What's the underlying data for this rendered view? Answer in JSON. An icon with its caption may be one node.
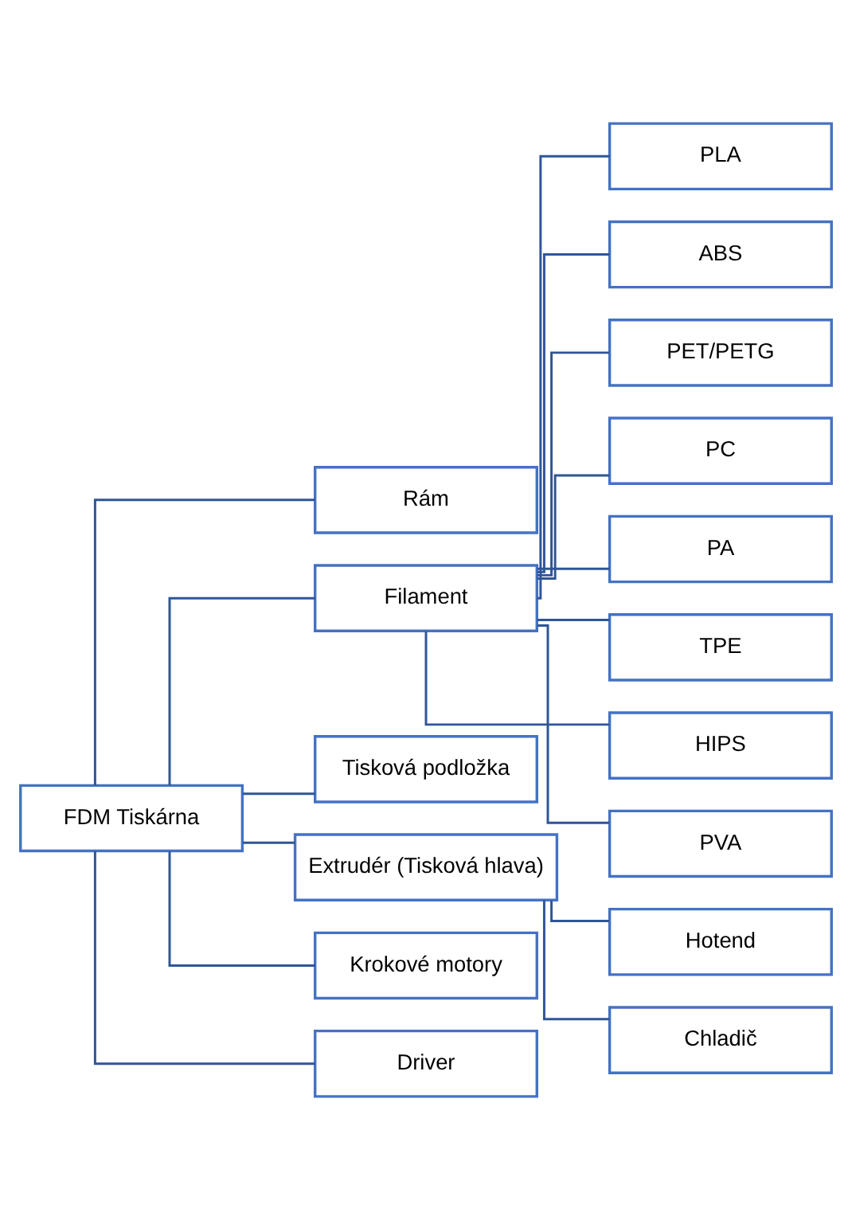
{
  "diagram": {
    "nodes": [
      {
        "text": [
          "FDM Tiskárna"
        ]
      },
      {
        "text": [
          "Rám"
        ]
      },
      {
        "text": [
          "Filament"
        ]
      },
      {
        "text": [
          "Tisková podložka"
        ]
      },
      {
        "text": [
          "Extrudér (Tisková hlava)"
        ]
      },
      {
        "text": [
          "Krokové motory"
        ]
      },
      {
        "text": [
          "Driver"
        ]
      },
      {
        "text": [
          "PLA"
        ]
      },
      {
        "text": [
          "ABS"
        ]
      },
      {
        "text": [
          "PET/PETG"
        ]
      },
      {
        "text": [
          "PC"
        ]
      },
      {
        "text": [
          "PA"
        ]
      },
      {
        "text": [
          "TPE"
        ]
      },
      {
        "text": [
          "HIPS"
        ]
      },
      {
        "text": [
          "PVA"
        ]
      },
      {
        "text": [
          "Hotend"
        ]
      },
      {
        "text": [
          "Chladič"
        ]
      }
    ],
    "edges": [
      {
        "from": 0,
        "to": 1,
        "arrow": "none"
      },
      {
        "from": 0,
        "to": 2,
        "arrow": "none"
      },
      {
        "from": 0,
        "to": 3,
        "arrow": "none"
      },
      {
        "from": 0,
        "to": 4,
        "arrow": "none"
      },
      {
        "from": 0,
        "to": 5,
        "arrow": "none"
      },
      {
        "from": 0,
        "to": 6,
        "arrow": "none"
      },
      {
        "from": 2,
        "to": 7,
        "arrow": "none"
      },
      {
        "from": 2,
        "to": 8,
        "arrow": "none"
      },
      {
        "from": 2,
        "to": 9,
        "arrow": "none"
      },
      {
        "from": 2,
        "to": 10,
        "arrow": "none"
      },
      {
        "from": 2,
        "to": 11,
        "arrow": "none"
      },
      {
        "from": 2,
        "to": 12,
        "arrow": "none"
      },
      {
        "from": 2,
        "to": 13,
        "arrow": "none"
      },
      {
        "from": 2,
        "to": 14,
        "arrow": "none"
      },
      {
        "from": 4,
        "to": 15,
        "arrow": "none"
      },
      {
        "from": 4,
        "to": 16,
        "arrow": "none"
      }
    ]
  }
}
